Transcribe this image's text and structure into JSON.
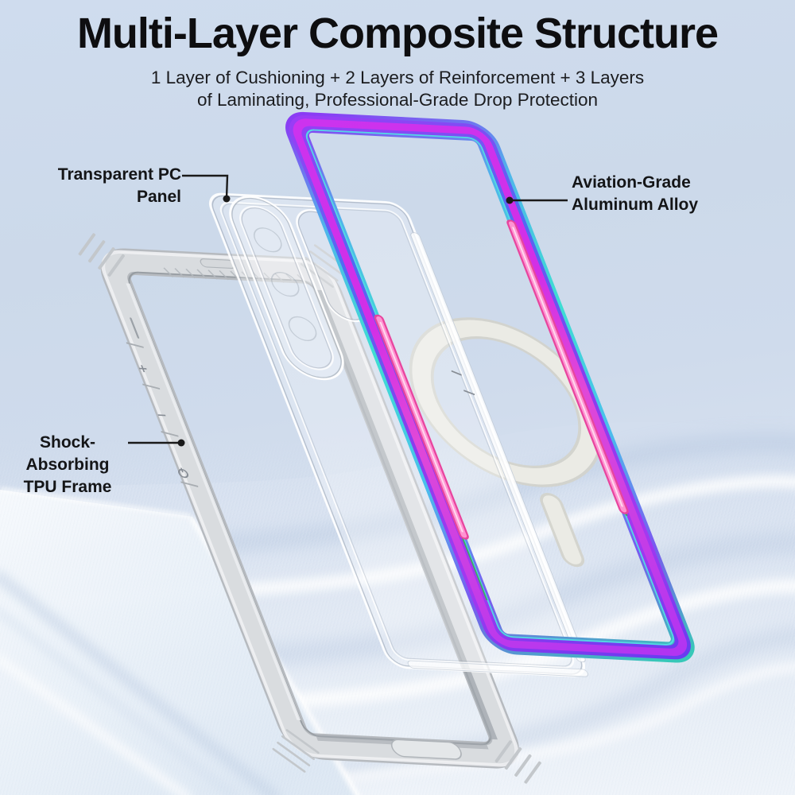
{
  "header": {
    "title": "Multi-Layer Composite Structure",
    "subtitle_line1": "1 Layer of Cushioning + 2 Layers of Reinforcement + 3 Layers",
    "subtitle_line2": "of Laminating, Professional-Grade Drop Protection"
  },
  "callouts": {
    "pc_panel": {
      "label": "Transparent PC Panel"
    },
    "aluminum": {
      "line1": "Aviation-Grade",
      "line2": "Aluminum Alloy"
    },
    "tpu": {
      "line1": "Shock-Absorbing",
      "line2": "TPU Frame"
    }
  },
  "illustration": {
    "side_keys": {
      "plus": "+",
      "minus": "−"
    }
  },
  "colors": {
    "title_text": "#0e0e10",
    "label_text": "#141517",
    "leader_line": "#1a1a1a",
    "background_top": "#ccd9ea",
    "background_bottom": "#eaf0f7",
    "iridescent_cyan": "#3eded2",
    "iridescent_blue": "#4f6cf2",
    "iridescent_magenta": "#d22fe6",
    "iridescent_violet": "#8a3cf4",
    "iridescent_green": "#2fb24a",
    "button_pink": "#ff93d2",
    "frame_gray": "#d9dcdf",
    "ring_gray": "#ebebe5"
  }
}
